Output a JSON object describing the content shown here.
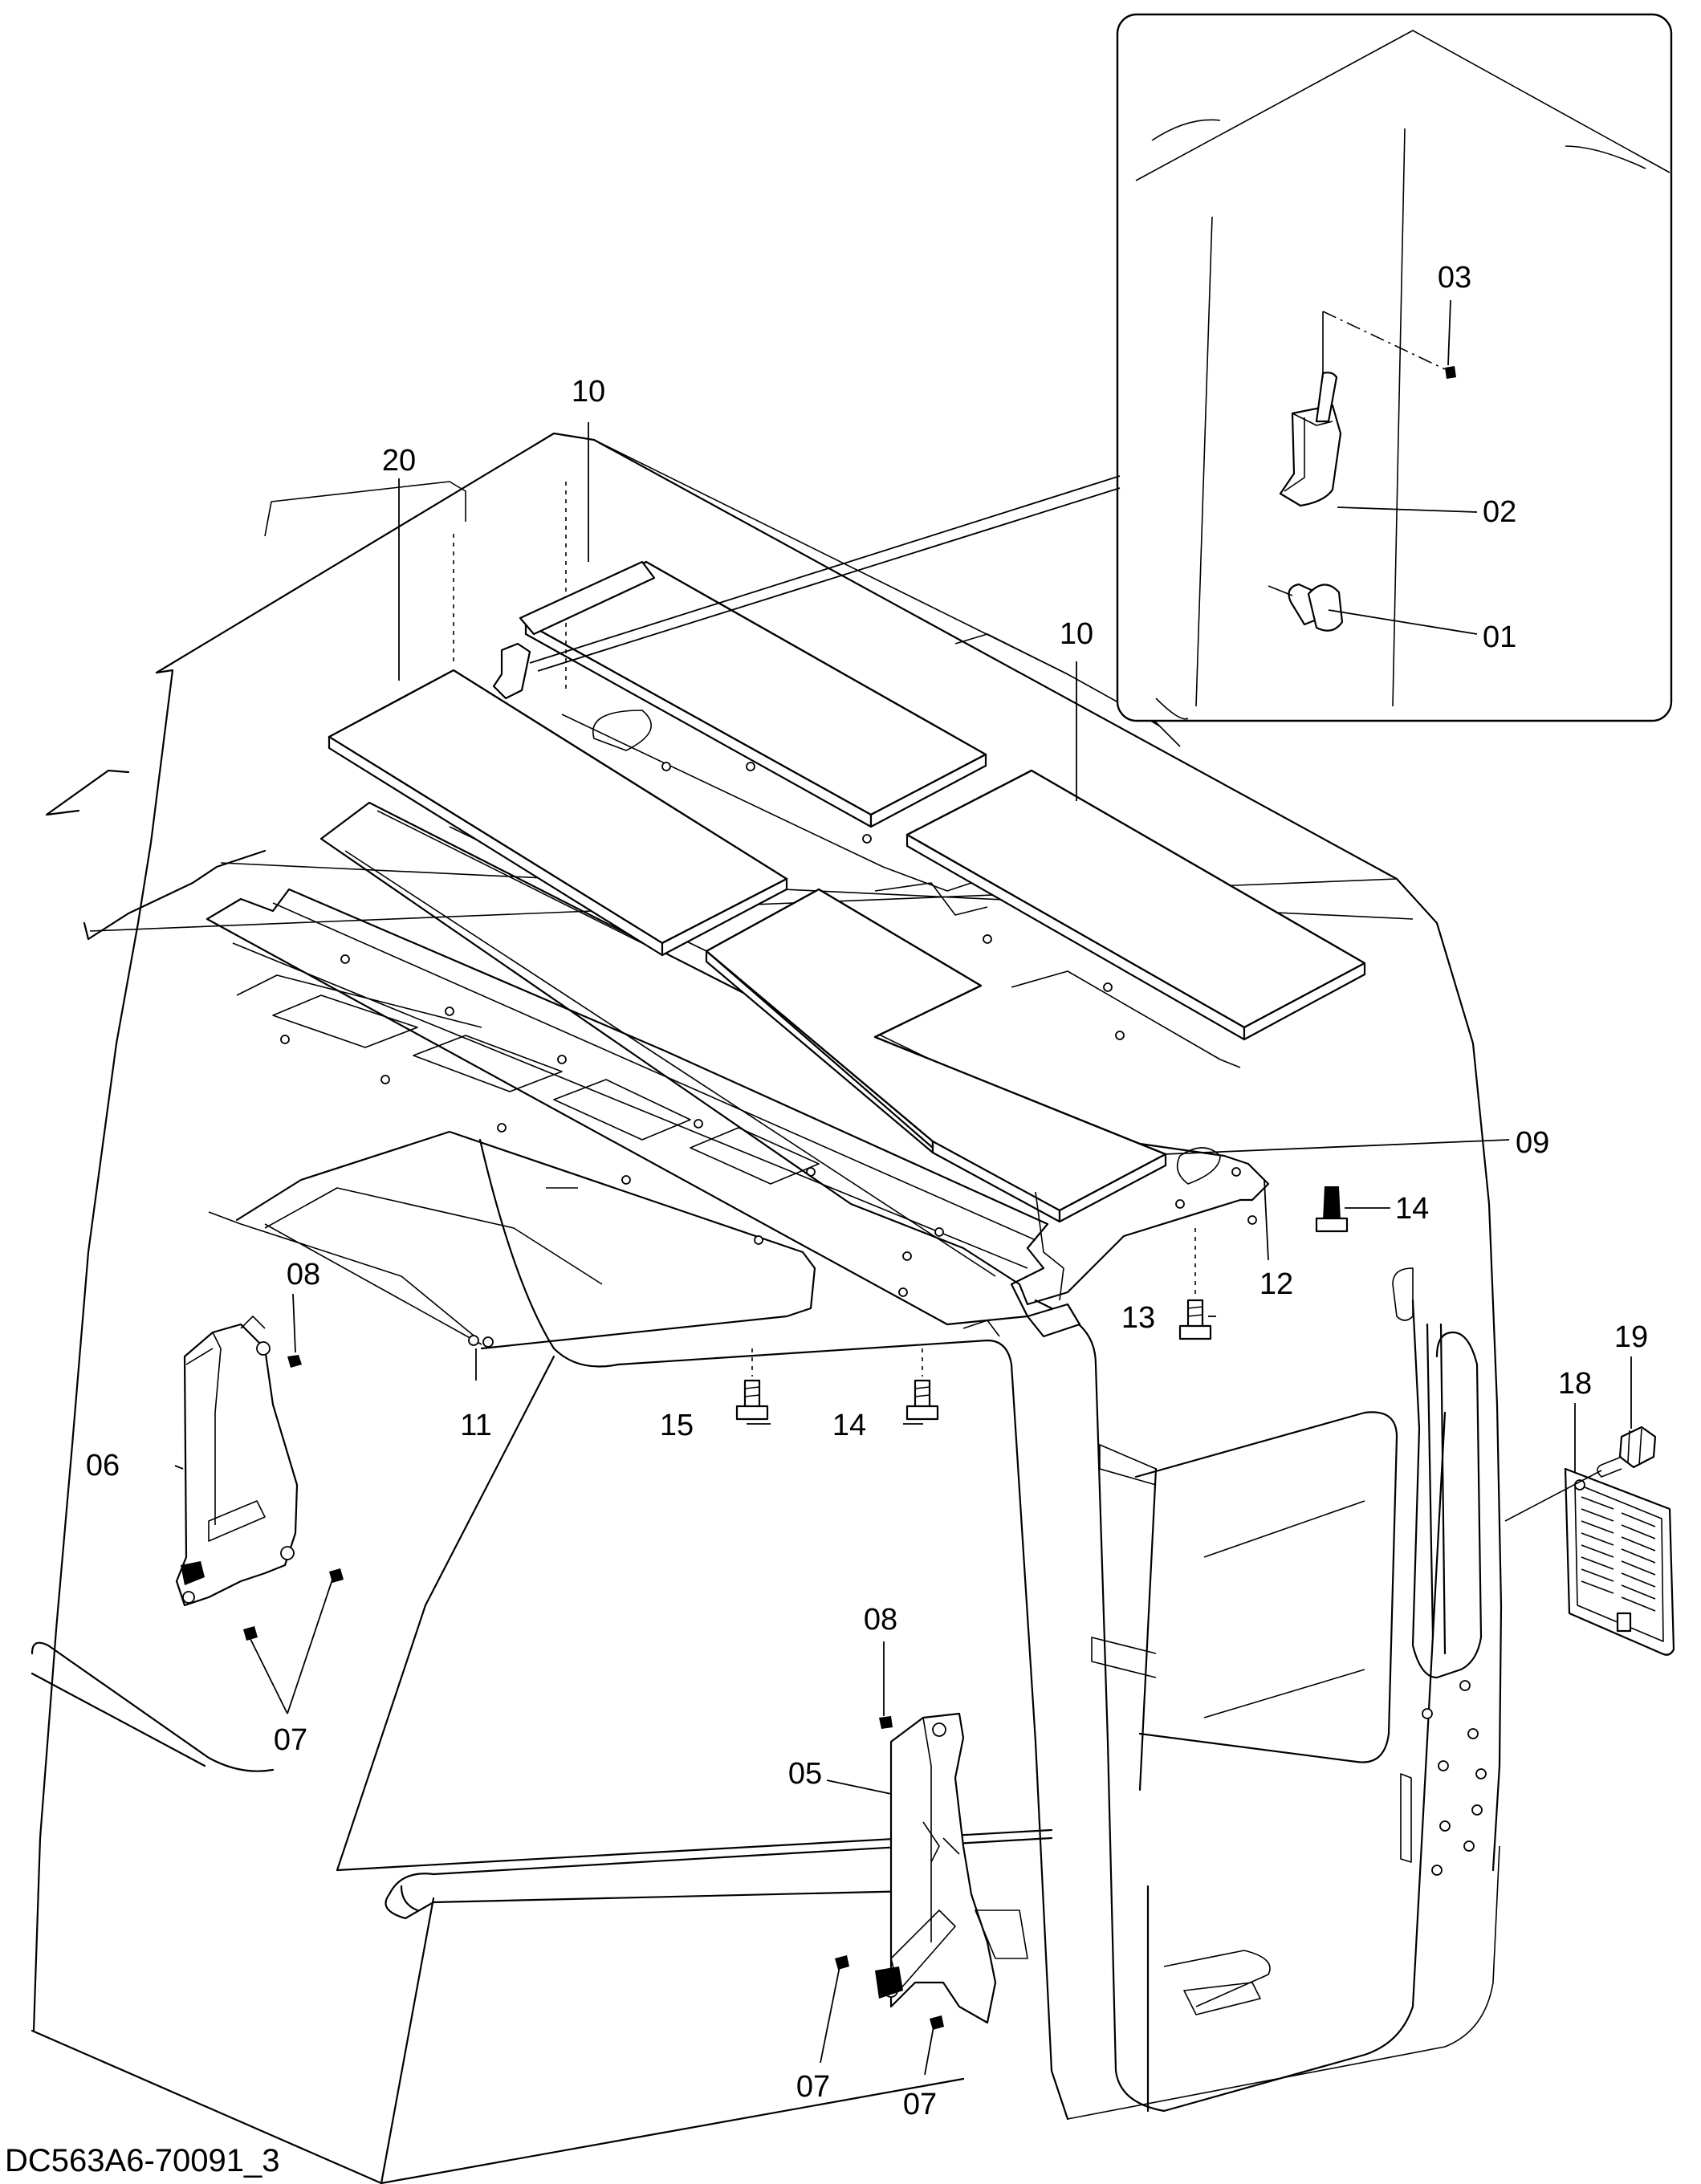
{
  "drawing": {
    "id": "DC563A6-70091_3"
  },
  "labels": [
    {
      "key": "l03",
      "text": "03"
    },
    {
      "key": "l02",
      "text": "02"
    },
    {
      "key": "l01",
      "text": "01"
    },
    {
      "key": "l10a",
      "text": "10"
    },
    {
      "key": "l10b",
      "text": "10"
    },
    {
      "key": "l20",
      "text": "20"
    },
    {
      "key": "l09",
      "text": "09"
    },
    {
      "key": "l14a",
      "text": "14"
    },
    {
      "key": "l12",
      "text": "12"
    },
    {
      "key": "l13",
      "text": "13"
    },
    {
      "key": "l19",
      "text": "19"
    },
    {
      "key": "l18",
      "text": "18"
    },
    {
      "key": "l08a",
      "text": "08"
    },
    {
      "key": "l06",
      "text": "06"
    },
    {
      "key": "l11",
      "text": "11"
    },
    {
      "key": "l15",
      "text": "15"
    },
    {
      "key": "l14b",
      "text": "14"
    },
    {
      "key": "l07a",
      "text": "07"
    },
    {
      "key": "l08b",
      "text": "08"
    },
    {
      "key": "l05",
      "text": "05"
    },
    {
      "key": "l07b",
      "text": "07"
    },
    {
      "key": "l07c",
      "text": "07"
    }
  ]
}
